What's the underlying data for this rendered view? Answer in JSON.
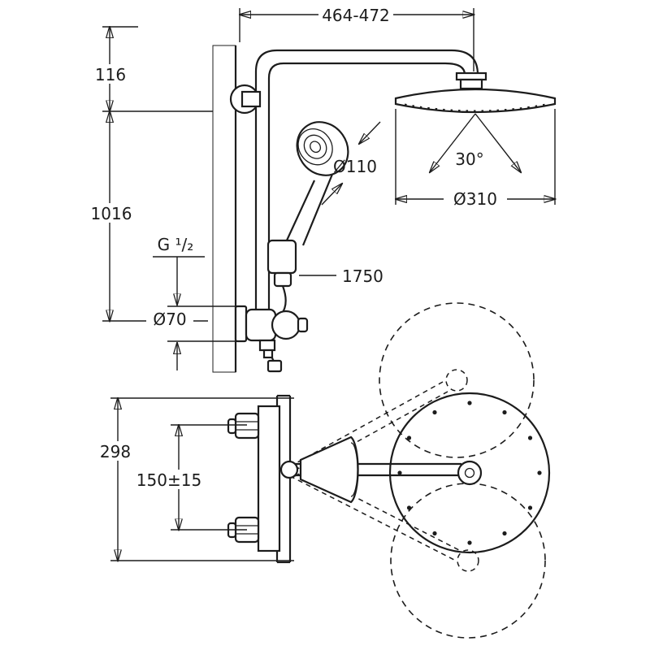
{
  "drawing": {
    "type": "shower-system-dimensional-drawing",
    "colors": {
      "line": "#1c1c1c",
      "background": "#ffffff"
    }
  },
  "labels": {
    "top_width": "464-472",
    "offset_116": "116",
    "riser_1016": "1016",
    "thread": "G ¹/₂",
    "dia70": "Ø70",
    "dia110": "Ø110",
    "angle30": "30°",
    "dia310": "Ø310",
    "hose_1750": "1750",
    "height_298": "298",
    "spacing_150": "150±15"
  }
}
